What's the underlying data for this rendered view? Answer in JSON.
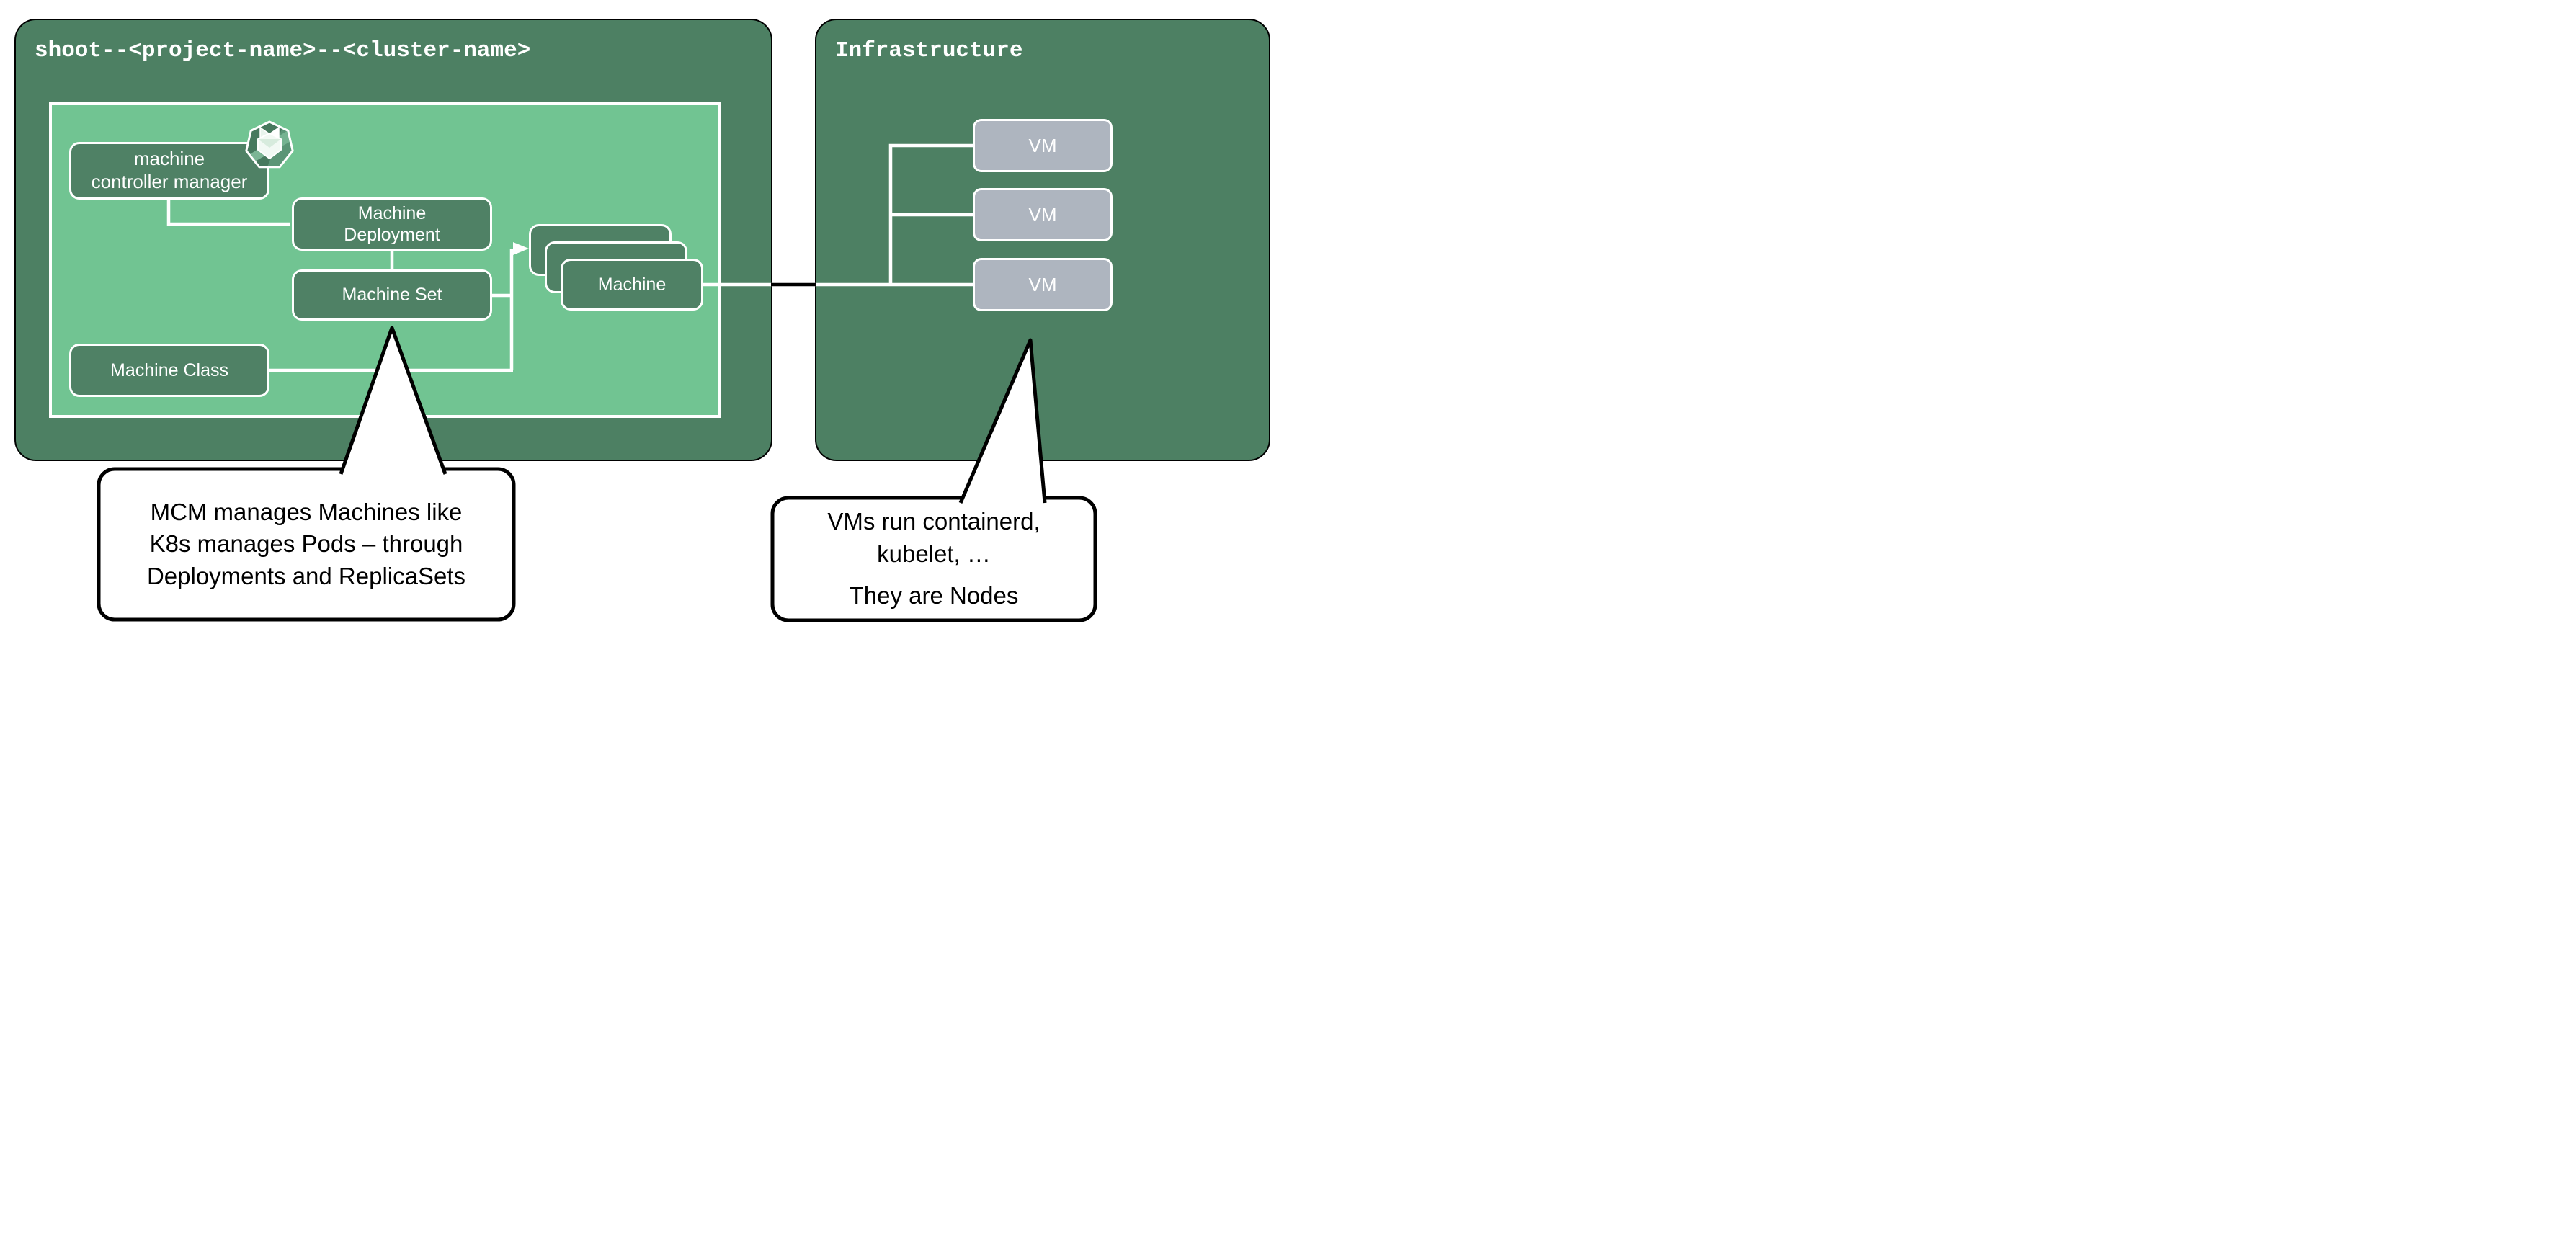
{
  "colors": {
    "page_bg": "#ffffff",
    "panel_green": "#4d8063",
    "box_green": "#4f8165",
    "inner_green": "#71c492",
    "vm_gray": "#aeb5bf",
    "line_white": "#ffffff",
    "callout_border": "#000000",
    "text_white": "#ffffff",
    "text_black": "#000000"
  },
  "shoot_panel": {
    "title": "shoot--<project-name>--<cluster-name>",
    "mcm": {
      "line1": "machine",
      "line2": "controller manager"
    },
    "mcm_icon": "gardener-flower-heptagon-badge",
    "machine_deployment": {
      "line1": "Machine",
      "line2": "Deployment"
    },
    "machine_set": "Machine Set",
    "machine_class": "Machine Class",
    "machine": "Machine"
  },
  "infrastructure_panel": {
    "title": "Infrastructure",
    "vms": [
      {
        "label": "VM"
      },
      {
        "label": "VM"
      },
      {
        "label": "VM"
      }
    ]
  },
  "callouts": {
    "mcm_note": {
      "line1": "MCM manages Machines like",
      "line2": "K8s manages Pods – through",
      "line3": "Deployments and ReplicaSets"
    },
    "vm_note": {
      "line1": "VMs run containerd,",
      "line2": "kubelet, …",
      "line3": "They are Nodes"
    }
  }
}
